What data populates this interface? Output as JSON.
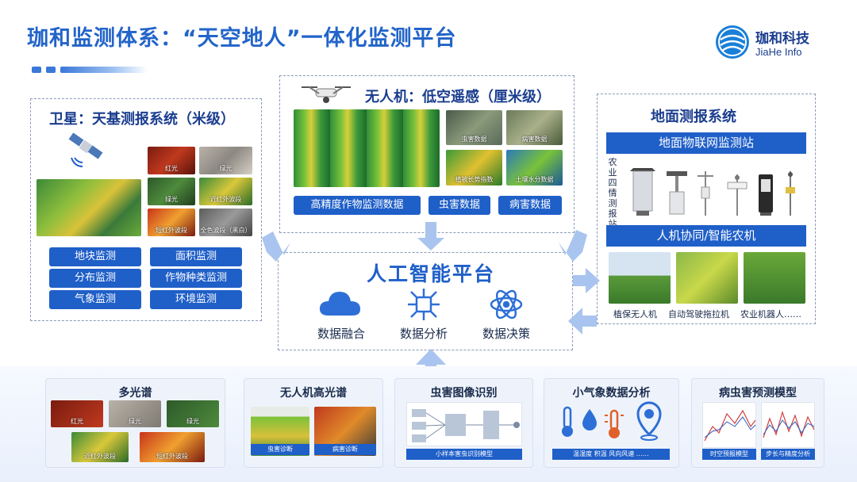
{
  "header": {
    "title": "珈和监测体系：“天空地人”一体化监测平台",
    "logo_cn": "珈和科技",
    "logo_en": "JiaHe Info",
    "logo_icon": "globe-logo-icon"
  },
  "colors": {
    "primary": "#1f5fc8",
    "title": "#2264c9",
    "panel_border": "#8a9ab8",
    "arrow": "#a9c4ee"
  },
  "satellite": {
    "title": "卫星：天基测报系统（米级）",
    "icon": "satellite-icon",
    "images": [
      "红光",
      "绿光",
      "绿光",
      "近红外波段",
      "短红外波段",
      "全色波段（黑白）"
    ],
    "buttons": [
      "地块监测",
      "面积监测",
      "分布监测",
      "作物种类监测",
      "气象监测",
      "环境监测"
    ]
  },
  "uav": {
    "title": "无人机：低空遥感（厘米级）",
    "icon": "drone-icon",
    "images": [
      "虫害数据",
      "病害数据",
      "植被长势指数",
      "土壤水分数据"
    ],
    "buttons": [
      "高精度作物监测数据",
      "虫害数据",
      "病害数据"
    ]
  },
  "ground": {
    "title": "地面测报系统",
    "iot_header": "地面物联网监测站",
    "station_label": "农业四情测报站",
    "robot_header": "人机协同/智能农机",
    "robots": [
      "植保无人机",
      "自动驾驶拖拉机",
      "农业机器人……"
    ]
  },
  "ai": {
    "title": "人工智能平台",
    "items": [
      {
        "label": "数据融合",
        "icon": "cloud-icon"
      },
      {
        "label": "数据分析",
        "icon": "chip-icon"
      },
      {
        "label": "数据决策",
        "icon": "atom-icon"
      }
    ]
  },
  "bottom": {
    "multispectral": {
      "title": "多光谱",
      "labels": [
        "红光",
        "绿光",
        "绿光",
        "近红外波段",
        "短红外波段"
      ]
    },
    "uav_hyper": {
      "title": "无人机高光谱",
      "labels": [
        "虫害诊断",
        "病害诊断"
      ]
    },
    "pest_image": {
      "title": "虫害图像识别",
      "caption": "小样本害虫识别模型"
    },
    "micro_weather": {
      "title": "小气象数据分析",
      "caption": "温湿度   积温   风向风速   ……"
    },
    "pest_model": {
      "title": "病虫害预测模型",
      "captions": [
        "时空预报模型",
        "步长与精度分析"
      ]
    }
  }
}
